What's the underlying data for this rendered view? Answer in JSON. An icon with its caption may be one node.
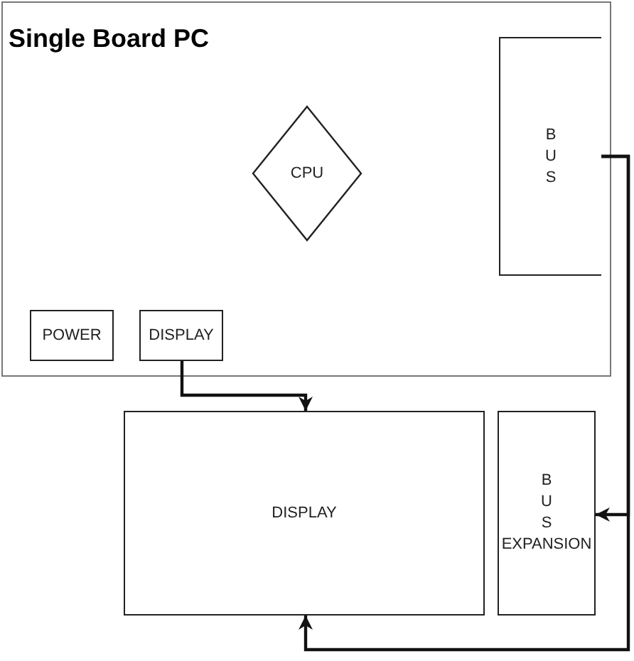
{
  "diagram": {
    "nodes": [
      {
        "text": [
          "Single Board PC"
        ]
      },
      {
        "text": [
          "CPU"
        ],
        "in": 0
      },
      {
        "text": [
          "B U S"
        ],
        "in": 0
      },
      {
        "text": [
          "POWER"
        ],
        "in": 0
      },
      {
        "text": [
          "DISPLAY"
        ],
        "in": 0
      },
      {
        "text": [
          "DISPLAY"
        ]
      },
      {
        "text": [
          "B U S EXPANSION"
        ]
      }
    ],
    "edges": [
      {
        "from": 4,
        "to": 5,
        "arrow": "to"
      },
      {
        "from": 2,
        "to": 6,
        "arrow": "to"
      },
      {
        "from": 2,
        "to": 5,
        "arrow": "to"
      }
    ]
  }
}
